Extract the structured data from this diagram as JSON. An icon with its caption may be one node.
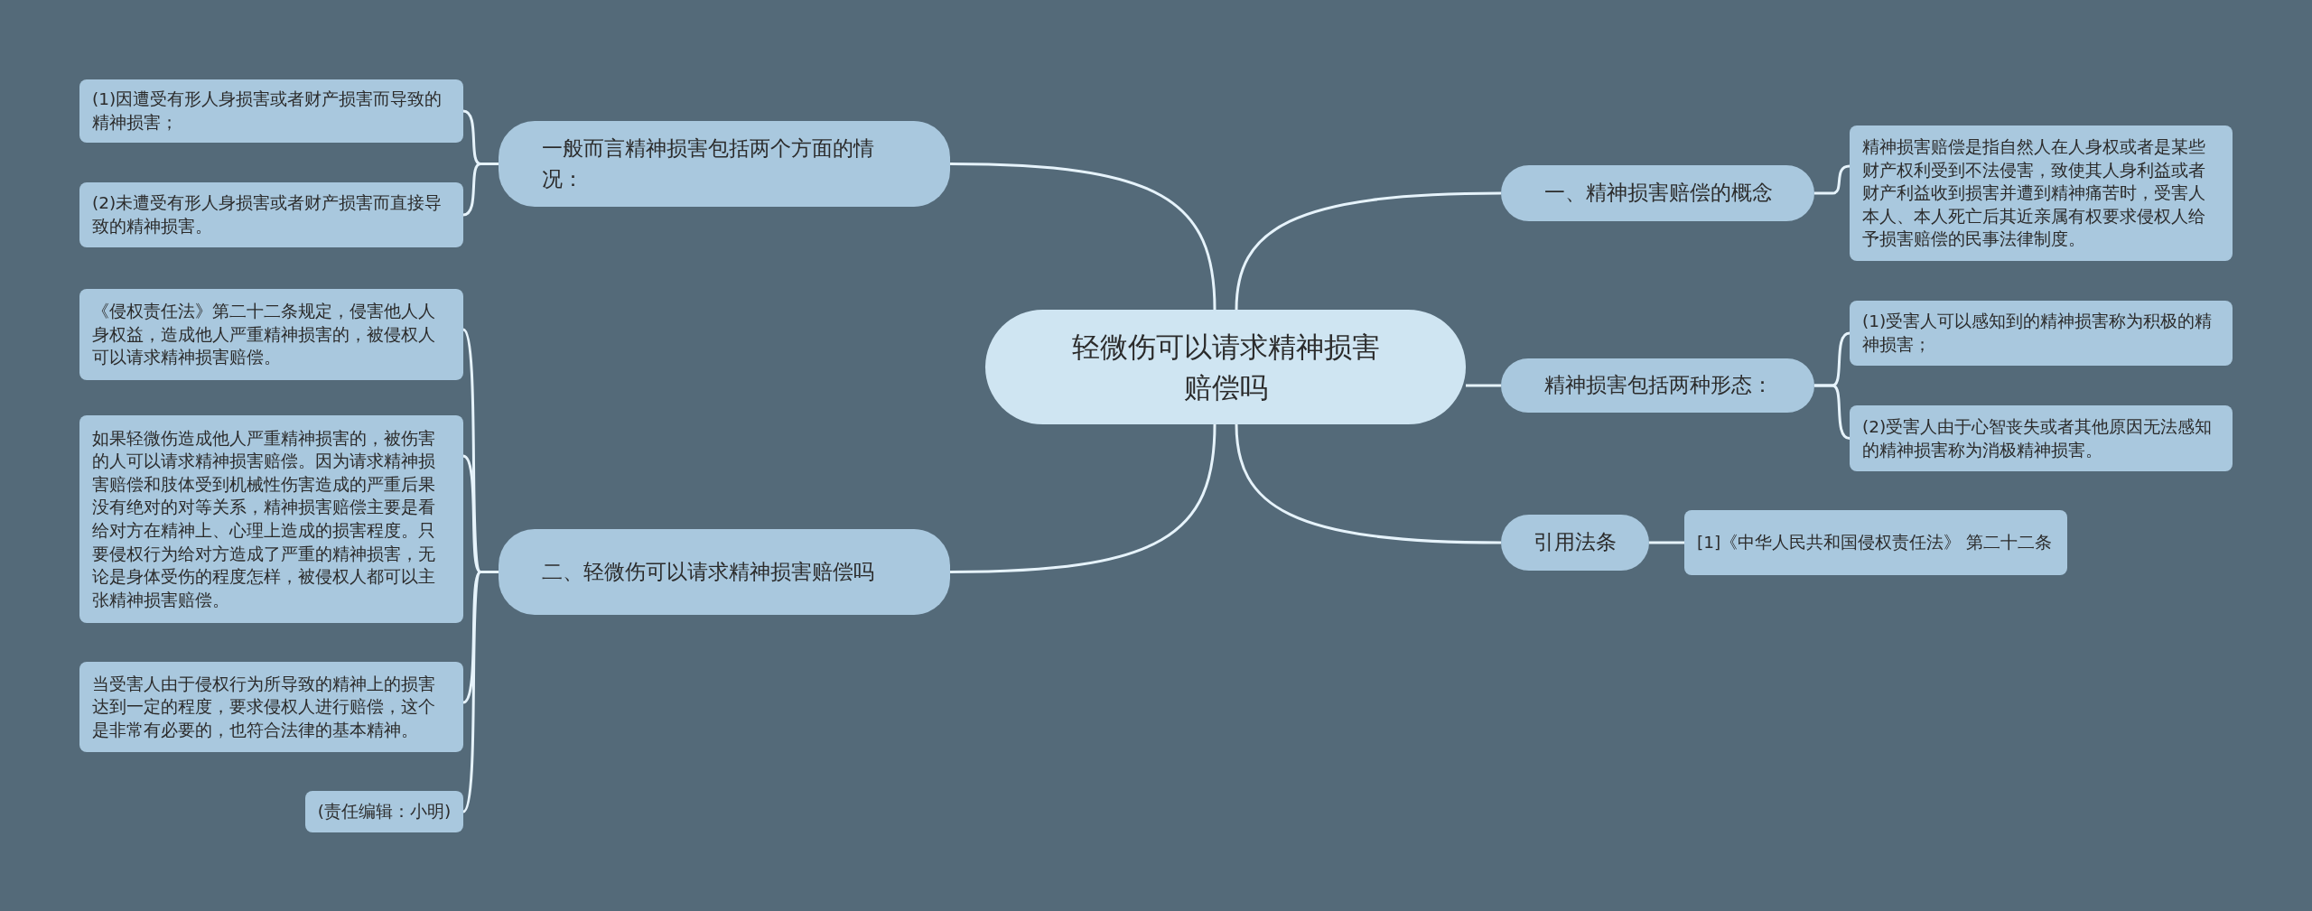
{
  "diagram": {
    "nodes": [
      {
        "text": [
          "轻微伤可以请求精神损害赔偿吗"
        ]
      },
      {
        "text": [
          "一、精神损害赔偿的概念"
        ]
      },
      {
        "text": [
          "精神损害赔偿是指自然人在人身权或者是某些财产权利受到不法侵害，致使其人身利益或者财产利益收到损害并遭到精神痛苦时，受害人本人、本人死亡后其近亲属有权要求侵权人给予损害赔偿的民事法律制度。"
        ]
      },
      {
        "text": [
          "精神损害包括两种形态："
        ]
      },
      {
        "text": [
          "(1)受害人可以感知到的精神损害称为积极的精神损害；"
        ]
      },
      {
        "text": [
          "(2)受害人由于心智丧失或者其他原因无法感知的精神损害称为消极精神损害。"
        ]
      },
      {
        "text": [
          "引用法条"
        ]
      },
      {
        "text": [
          "[1]《中华人民共和国侵权责任法》 第二十二条"
        ]
      },
      {
        "text": [
          "一般而言精神损害包括两个方面的情况："
        ]
      },
      {
        "text": [
          "(1)因遭受有形人身损害或者财产损害而导致的精神损害；"
        ]
      },
      {
        "text": [
          "(2)未遭受有形人身损害或者财产损害而直接导致的精神损害。"
        ]
      },
      {
        "text": [
          "二、轻微伤可以请求精神损害赔偿吗"
        ]
      },
      {
        "text": [
          "《侵权责任法》第二十二条规定，侵害他人人身权益，造成他人严重精神损害的，被侵权人可以请求精神损害赔偿。"
        ]
      },
      {
        "text": [
          "如果轻微伤造成他人严重精神损害的，被伤害的人可以请求精神损害赔偿。因为请求精神损害赔偿和肢体受到机械性伤害造成的严重后果没有绝对的对等关系，精神损害赔偿主要是看给对方在精神上、心理上造成的损害程度。只要侵权行为给对方造成了严重的精神损害，无论是身体受伤的程度怎样，被侵权人都可以主张精神损害赔偿。"
        ]
      },
      {
        "text": [
          "当受害人由于侵权行为所导致的精神上的损害达到一定的程度，要求侵权人进行赔偿，这个是非常有必要的，也符合法律的基本精神。"
        ]
      },
      {
        "text": [
          "(责任编辑：小明)"
        ]
      }
    ],
    "edges": [
      {
        "from": 0,
        "to": 1,
        "arrow": "none"
      },
      {
        "from": 1,
        "to": 2,
        "arrow": "none"
      },
      {
        "from": 0,
        "to": 3,
        "arrow": "none"
      },
      {
        "from": 3,
        "to": 4,
        "arrow": "none"
      },
      {
        "from": 3,
        "to": 5,
        "arrow": "none"
      },
      {
        "from": 0,
        "to": 6,
        "arrow": "none"
      },
      {
        "from": 6,
        "to": 7,
        "arrow": "none"
      },
      {
        "from": 0,
        "to": 8,
        "arrow": "none"
      },
      {
        "from": 8,
        "to": 9,
        "arrow": "none"
      },
      {
        "from": 8,
        "to": 10,
        "arrow": "none"
      },
      {
        "from": 0,
        "to": 11,
        "arrow": "none"
      },
      {
        "from": 11,
        "to": 12,
        "arrow": "none"
      },
      {
        "from": 11,
        "to": 13,
        "arrow": "none"
      },
      {
        "from": 11,
        "to": 14,
        "arrow": "none"
      },
      {
        "from": 11,
        "to": 15,
        "arrow": "none"
      }
    ]
  }
}
